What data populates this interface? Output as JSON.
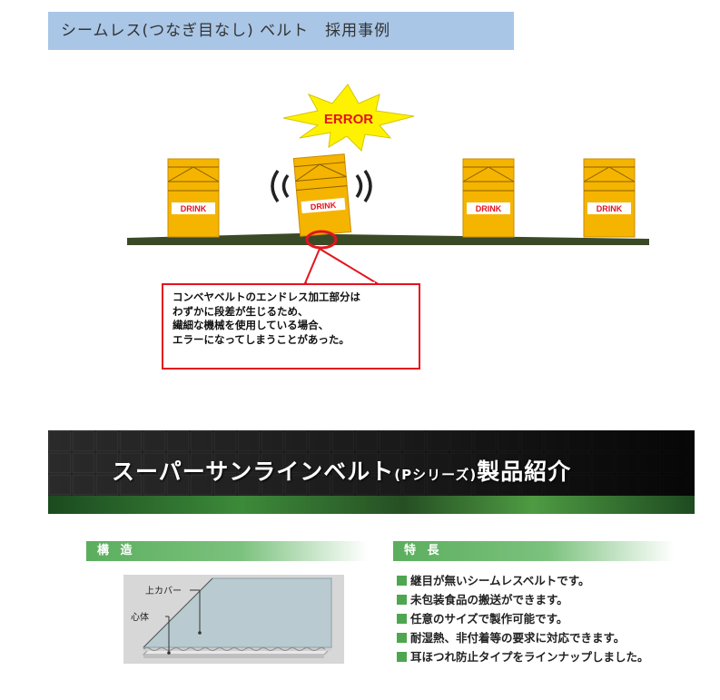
{
  "header": {
    "title": "シームレス(つなぎ目なし) ベルト　採用事例"
  },
  "illustration": {
    "error_label": "ERROR",
    "box_label": "DRINK",
    "callout_lines": [
      "コンベヤベルトのエンドレス加工部分は",
      "わずかに段差が生じるため、",
      "繊細な機械を使用している場合、",
      "エラーになってしまうことがあった。"
    ],
    "colors": {
      "box": "#f5b400",
      "belt": "#3a4a2a",
      "alert": "#e3141d"
    }
  },
  "banner": {
    "title_main": "スーパーサンラインベルト",
    "title_sub": "(Pシリーズ)",
    "title_end": "製品紹介"
  },
  "structure": {
    "heading": "構 造",
    "label_top_cover": "上カバー",
    "label_core": "心体"
  },
  "features": {
    "heading": "特 長",
    "items": [
      "継目が無いシームレスベルトです。",
      "未包装食品の搬送ができます。",
      "任意のサイズで製作可能です。",
      "耐湿熱、非付着等の要求に対応できます。",
      "耳ほつれ防止タイプをラインナップしました。"
    ]
  }
}
